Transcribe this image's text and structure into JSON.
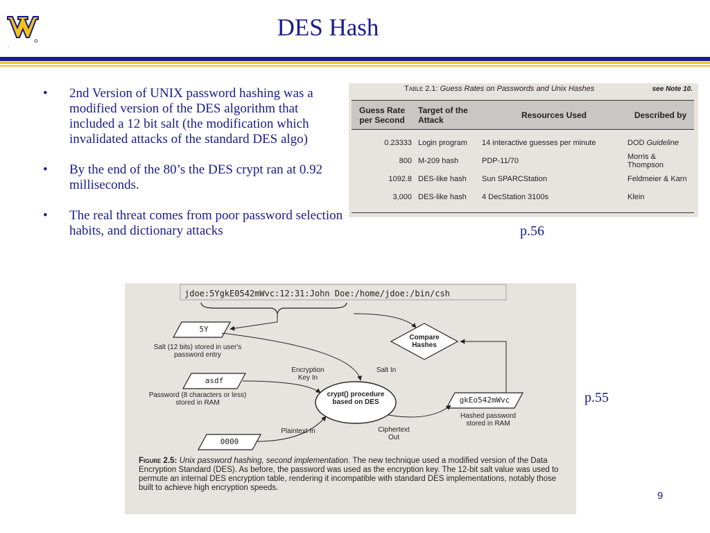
{
  "slide": {
    "title": "DES Hash",
    "number": "9",
    "logo_mark": "."
  },
  "bullets": [
    "2nd Version of UNIX password hashing was a modified version of the DES algorithm that included a 12 bit salt (the modification which invalidated attacks of the standard DES algo)",
    "By the end of the 80’s the DES crypt ran at 0.92 milliseconds.",
    "The real threat comes from poor password selection habits, and dictionary attacks"
  ],
  "bullet_glyph": "•",
  "table_figure": {
    "caption_label": "Table 2.1:",
    "caption_title": "Guess Rates on Passwords and Unix Hashes",
    "note": "see Note 10.",
    "headers": [
      "Guess Rate per Second",
      "Target of the Attack",
      "Resources Used",
      "Described by"
    ],
    "rows": [
      {
        "rate": "0.23333",
        "target": "Login program",
        "resources": "14 interactive guesses per minute",
        "by_plain": "DOD ",
        "by_italic": "Guideline"
      },
      {
        "rate": "800",
        "target": "M-209 hash",
        "resources": "PDP-11/70",
        "by_plain": "Morris & Thompson",
        "by_italic": ""
      },
      {
        "rate": "1092.8",
        "target": "DES-like hash",
        "resources": "Sun SPARCStation",
        "by_plain": "Feldmeier & Karn",
        "by_italic": ""
      },
      {
        "rate": "3,000",
        "target": "DES-like hash",
        "resources": "4 DecStation 3100s",
        "by_plain": "Klein",
        "by_italic": ""
      }
    ],
    "page_ref": "p.56"
  },
  "diagram_figure": {
    "passwd_line": "jdoe:5YgkE0542mWvc:12:31:John Doe:/home/jdoe:/bin/csh",
    "salt_value": "5Y",
    "salt_label": "Salt (12 bits) stored in user's password entry",
    "password_value": "asdf",
    "password_label": "Password (8 characters or less) stored in RAM",
    "plaintext_value": "0000",
    "plaintext_label": "Plaintext In",
    "compare_label": "Compare Hashes",
    "crypt_label": "crypt() procedure based on DES",
    "enc_key_label": "Encryption Key In",
    "salt_in_label": "Salt In",
    "ciphertext_label": "Ciphertext Out",
    "hash_value": "gkEo542mWvc",
    "hash_label": "Hashed password stored in RAM",
    "caption_label": "Figure 2.5:",
    "caption_italic": "Unix password hashing, second implementation.",
    "caption_text": " The new technique used a modified version of the Data Encryption Standard (DES). As before, the password was used as the encryption key. The 12-bit salt value was used to permute an internal DES encryption table, rendering it incompatible with standard DES implementations, notably those built to achieve high encryption speeds.",
    "page_ref": "p.55"
  },
  "colors": {
    "navy": "#1a1a8c",
    "gold": "#f3c318",
    "scan_bg": "#e7e4df"
  }
}
